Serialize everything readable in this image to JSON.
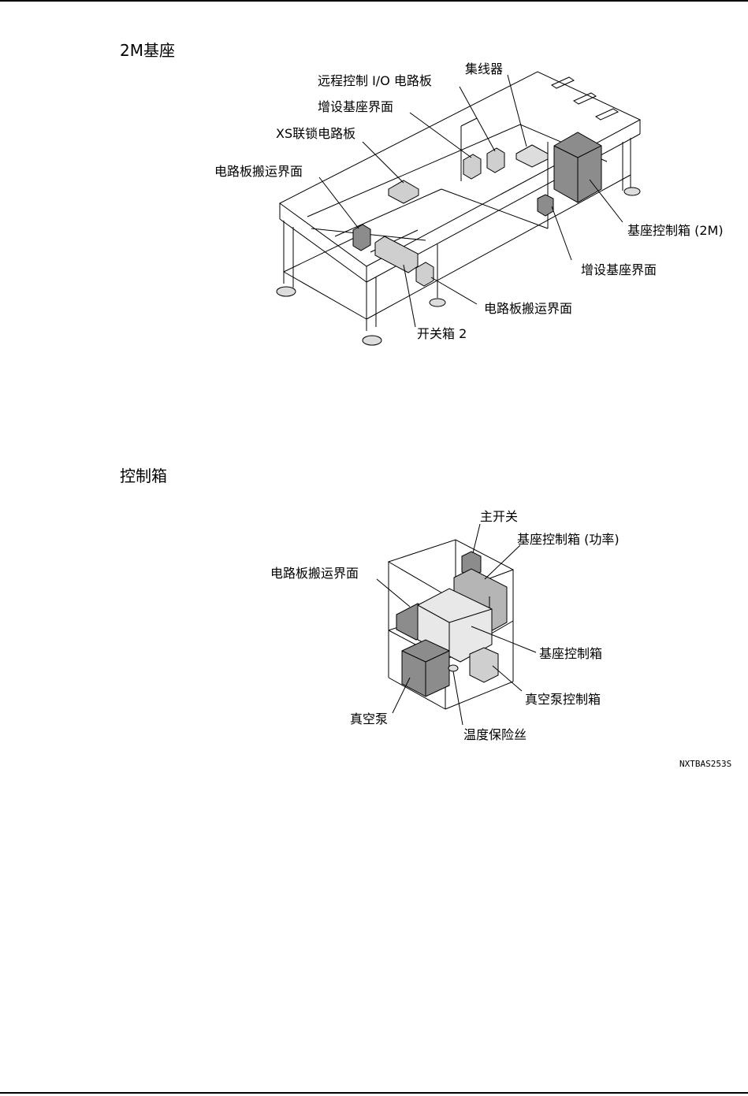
{
  "page": {
    "figure_code": "NXTBAS253S"
  },
  "section_base": {
    "title": "2M基座",
    "labels": {
      "remote_io": "远程控制 I/O 电路板",
      "hub": "集线器",
      "ext_interface_top": "增设基座界面",
      "xs_interlock": "XS联锁电路板",
      "board_transfer_left": "电路板搬运界面",
      "base_control_box": "基座控制箱 (2M)",
      "ext_interface_right": "增设基座界面",
      "board_transfer_bottom": "电路板搬运界面",
      "switch_box": "开关箱 2"
    }
  },
  "section_control": {
    "title": "控制箱",
    "labels": {
      "main_switch": "主开关",
      "base_control_power": "基座控制箱 (功率)",
      "board_transfer": "电路板搬运界面",
      "base_control": "基座控制箱",
      "vacuum_pump_control": "真空泵控制箱",
      "vacuum_pump": "真空泵",
      "thermal_fuse": "温度保险丝"
    }
  }
}
